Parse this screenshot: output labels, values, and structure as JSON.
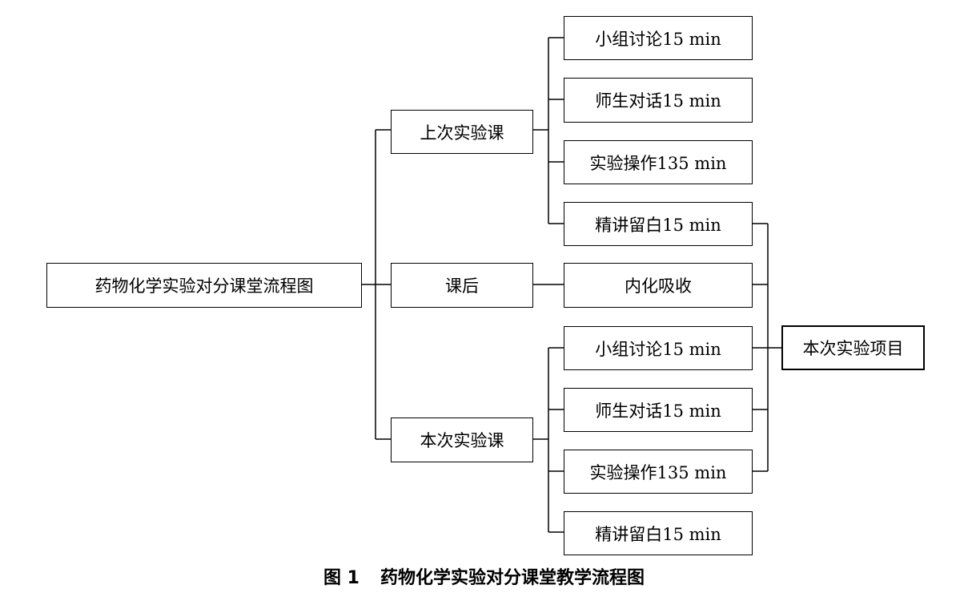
{
  "nodes": {
    "root": "药物化学实验对分课堂流程图",
    "last_lab": "上次实验课",
    "after_class": "课后",
    "this_lab": "本次实验课",
    "last_discussion": "小组讨论15 min",
    "last_dialogue": "师生对话15 min",
    "last_operation": "实验操作135 min",
    "last_lecture": "精讲留白15 min",
    "internalize": "内化吸收",
    "this_discussion": "小组讨论15 min",
    "this_dialogue": "师生对话15 min",
    "this_operation": "实验操作135 min",
    "this_lecture": "精讲留白15 min",
    "project": "本次实验项目"
  },
  "caption": {
    "label": "图 1",
    "text": "药物化学实验对分课堂教学流程图"
  }
}
